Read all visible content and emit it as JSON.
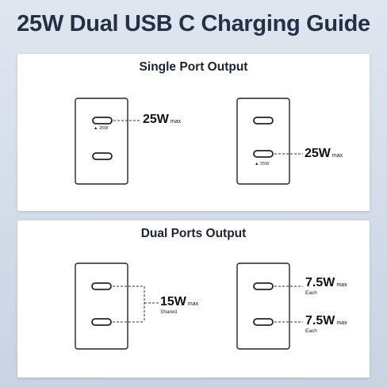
{
  "title": "25W Dual USB C Charging Guide",
  "panels": {
    "single": {
      "heading": "Single Port Output",
      "left": {
        "value": "25W",
        "unit": "max",
        "tag": "▲ 25W"
      },
      "right": {
        "value": "25W",
        "unit": "max",
        "tag": "▲ 25W"
      }
    },
    "dual": {
      "heading": "Dual Ports Output",
      "left": {
        "value": "15W",
        "unit": "max",
        "note": "Shared"
      },
      "right_top": {
        "value": "7.5W",
        "unit": "max",
        "note": "Each"
      },
      "right_bottom": {
        "value": "7.5W",
        "unit": "max",
        "note": "Each"
      }
    }
  },
  "colors": {
    "background": "#d5dde9",
    "title": "#233146",
    "outline": "#1f2531",
    "dash": "#333333"
  }
}
